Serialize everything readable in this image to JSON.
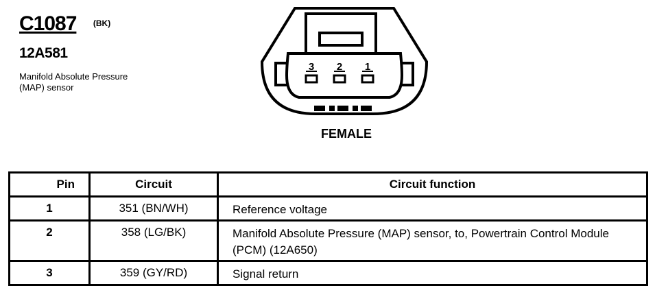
{
  "connector": {
    "id": "C1087",
    "color_code": "(BK)",
    "part_number": "12A581",
    "description": "Manifold Absolute Pressure (MAP) sensor",
    "gender": "FEMALE",
    "pin_labels": [
      "3",
      "2",
      "1"
    ]
  },
  "table": {
    "headers": {
      "pin": "Pin",
      "circuit": "Circuit",
      "function": "Circuit function"
    },
    "rows": [
      {
        "pin": "1",
        "circuit": "351 (BN/WH)",
        "function": "Reference voltage"
      },
      {
        "pin": "2",
        "circuit": "358 (LG/BK)",
        "function": "Manifold Absolute Pressure (MAP) sensor, to, Powertrain Control Module (PCM) (12A650)"
      },
      {
        "pin": "3",
        "circuit": "359 (GY/RD)",
        "function": "Signal return"
      }
    ]
  }
}
